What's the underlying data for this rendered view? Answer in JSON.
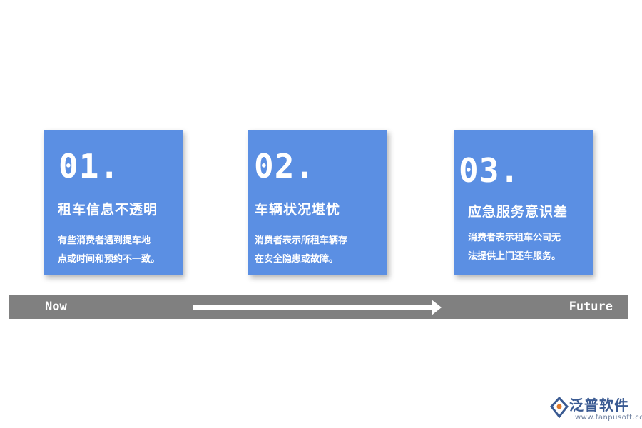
{
  "cards": [
    {
      "number": "01.",
      "title": "租车信息不透明",
      "description_lines": [
        "有些消费者遇到提车地",
        "点或时间和预约不一致。"
      ]
    },
    {
      "number": "02.",
      "title": "车辆状况堪忧",
      "description_lines": [
        "消费者表示所租车辆存",
        "在安全隐患或故障。"
      ]
    },
    {
      "number": "03.",
      "title": "应急服务意识差",
      "description_lines": [
        "消费者表示租车公司无",
        "法提供上门还车服务。"
      ]
    }
  ],
  "timeline": {
    "start_label": "Now",
    "end_label": "Future"
  },
  "logo": {
    "name": "泛普软件",
    "url": "www.fanpusoft.com"
  },
  "colors": {
    "card": "#5b8fe3",
    "timeline_bar": "#808080",
    "arrow": "#ffffff",
    "logo": "#3a5a92"
  }
}
